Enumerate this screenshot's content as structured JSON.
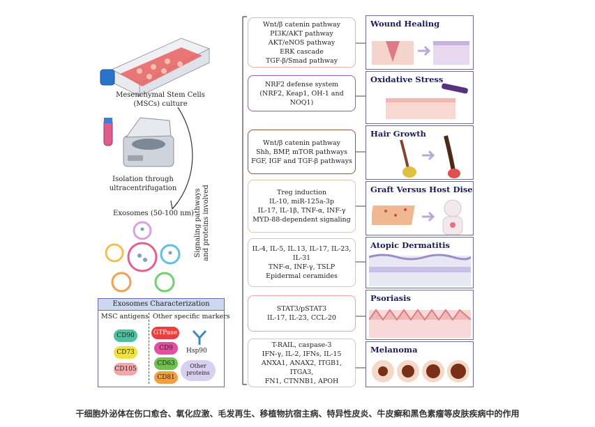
{
  "left": {
    "culture_label_1": "Mesenchymal Stem  Cells",
    "culture_label_2": "(MSCs) culture",
    "isolation_label_1": "Isolation through",
    "isolation_label_2": "ultracentrifugation",
    "exosomes_label": "Exosomes (50-100 nm)"
  },
  "characterization": {
    "title": "Exosomes Characterization",
    "msc_antigens_label": "MSC antigens",
    "other_markers_label": "Other specific markers",
    "msc_markers": [
      "CD90",
      "CD73",
      "CD105"
    ],
    "other_markers": [
      "GTPase",
      "CD9",
      "CD63",
      "CD81"
    ],
    "hsp90_label": "Hsp90",
    "other_proteins_1": "Other",
    "other_proteins_2": "proteins"
  },
  "vertical_label_1": "Signaling pathways",
  "vertical_label_2": "and proteins involved",
  "pathways": [
    {
      "lines": [
        "Wnt/β catenin pathway",
        "PI3K/AKT  pathway",
        "AKT/eNOS pathway",
        "ERK cascade",
        "TGF-β/Smad pathway"
      ]
    },
    {
      "lines": [
        "NRF2 defense system",
        "(NRF2, Keap1, OH-1 and",
        "NOQ1)"
      ]
    },
    {
      "lines": [
        "Wnt/β catenin pathway",
        "Shh, BMP, mTOR pathways",
        "FGF,  IGF and TGF-β pathways"
      ]
    },
    {
      "lines": [
        "Treg induction",
        "IL-10, miR-125a-3p",
        "IL-17, IL-1β, TNF-α, INF-γ",
        "MYD-88-dependent signaling"
      ]
    },
    {
      "lines": [
        "IL-4, IL-5, IL.13, IL-17, IL-23,",
        "IL-31",
        "TNF-α, INF-γ, TSLP",
        "Epidermal ceramides"
      ]
    },
    {
      "lines": [
        "STAT3/pSTAT3",
        "IL-17, IL-23, CCL-20"
      ]
    },
    {
      "lines": [
        "T-RAIL, caspase-3",
        "IFN-γ, IL-2, IFNs, IL-15",
        "ANXA1, ANAX2, ITGB1, ITGA3,",
        "FN1, CTNNB1, APOH"
      ]
    }
  ],
  "diseases": [
    "Wound Healing",
    "Oxidative Stress",
    "Hair Growth",
    "Graft Versus Host Disease",
    "Atopic Dermatitis",
    "Psoriasis",
    "Melanoma"
  ],
  "colors": {
    "pink": "#f0b0b0",
    "purple": "#8a5cc4",
    "brown": "#8b5a3c",
    "panel_border": "#6a6a9a"
  },
  "caption": "干细胞外泌体在伤口愈合、氧化应激、毛发再生、移植物抗宿主病、特异性皮炎、牛皮癣和黑色素瘤等皮肤疾病中的作用"
}
